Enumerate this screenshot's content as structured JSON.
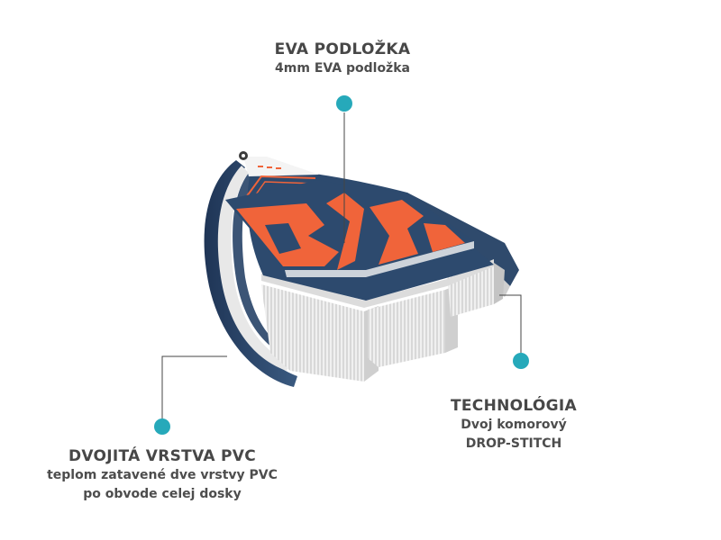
{
  "eva": {
    "title": "EVA PODLOŽKA",
    "subtitle": "4mm EVA podložka"
  },
  "technology": {
    "title": "TECHNOLÓGIA",
    "line1": "Dvoj komorový",
    "line2": "DROP-STITCH"
  },
  "pvc": {
    "title": "DVOJITÁ VRSTVA PVC",
    "line1": "teplom zatavené dve vrstvy PVC",
    "line2": "po obvode celej dosky"
  },
  "colors": {
    "accent_dot": "#26a9ba",
    "board_navy": "#2a4466",
    "pad_orange": "#f0643a",
    "core_gray": "#dcdcdc"
  }
}
